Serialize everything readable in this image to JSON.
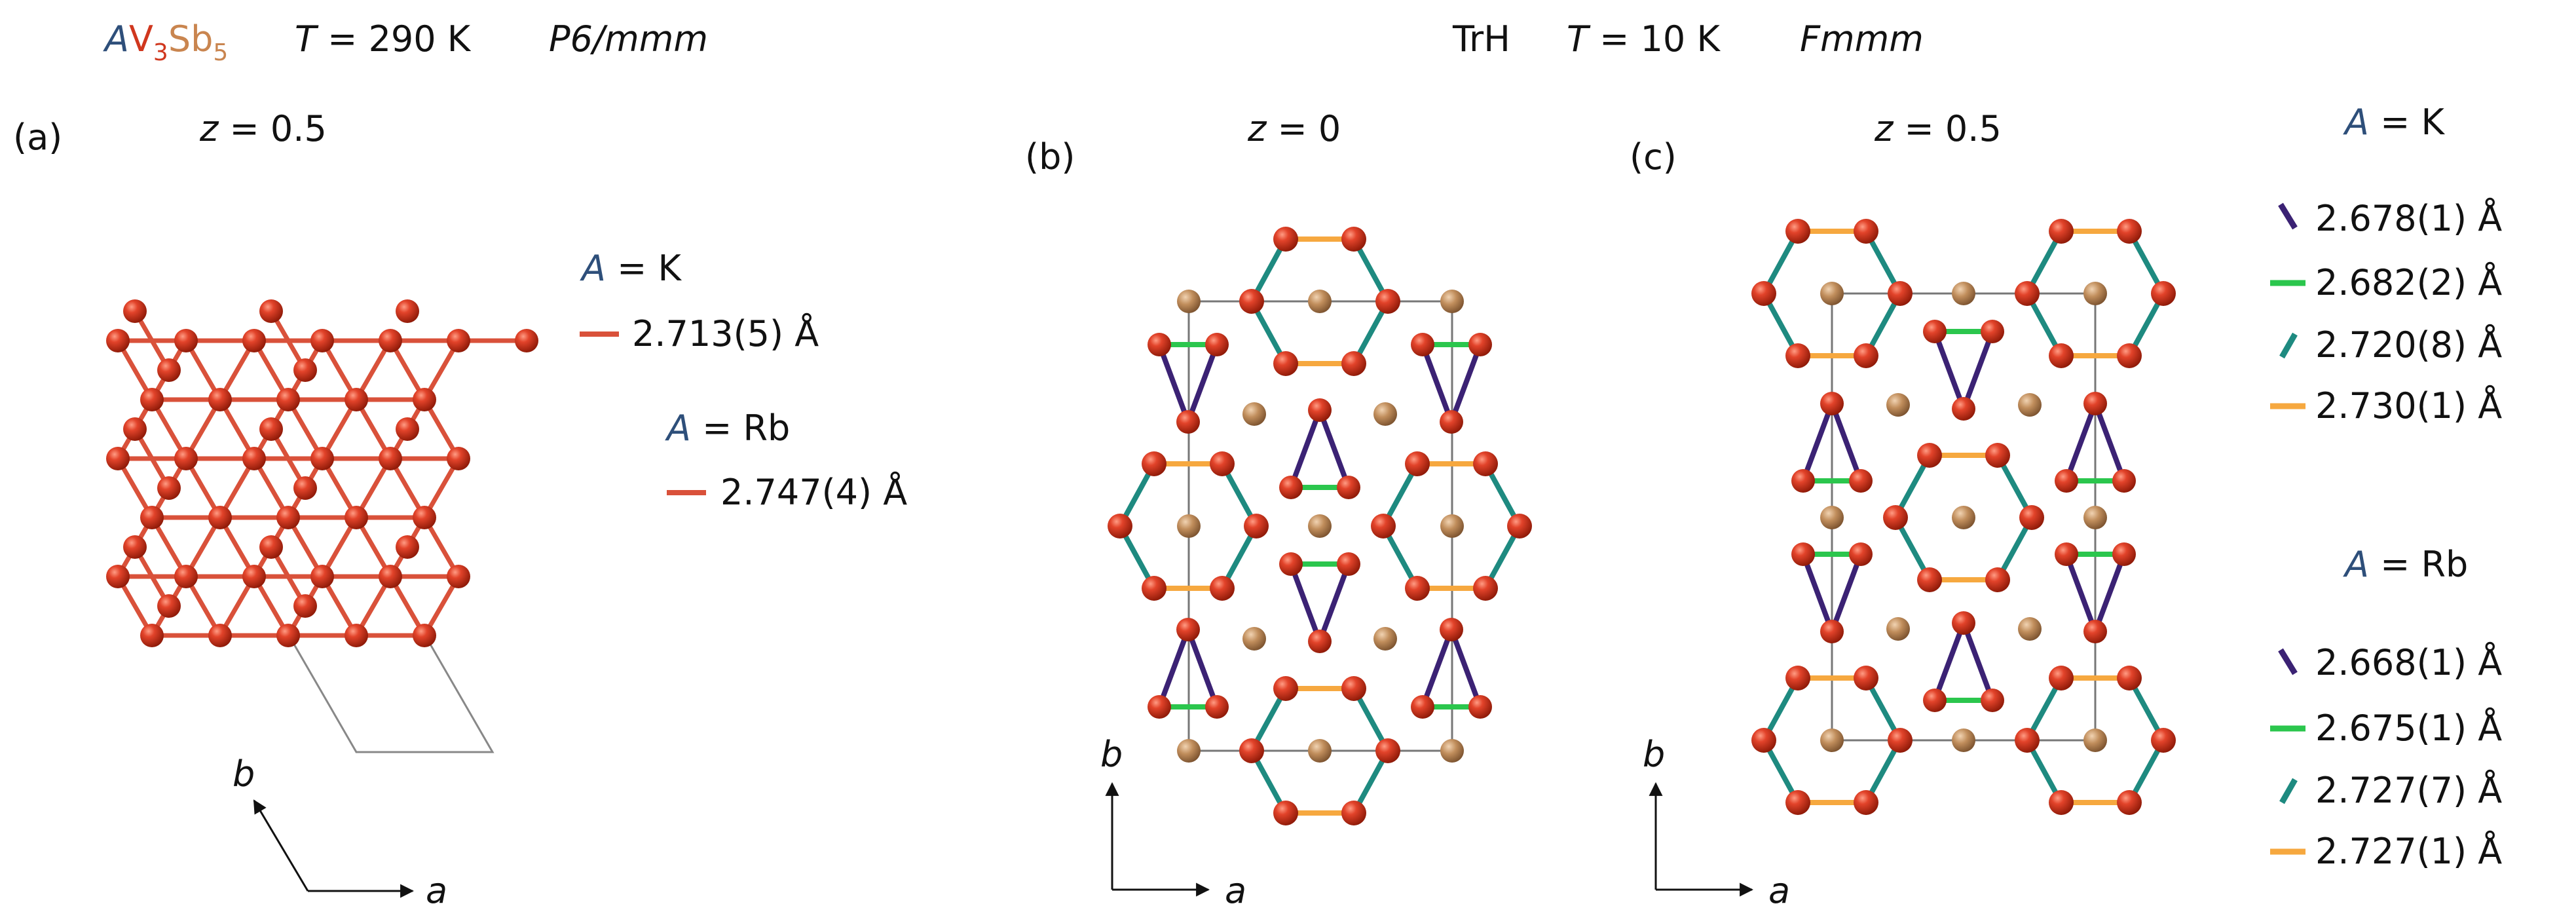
{
  "colors": {
    "vanadium": "#cf3a1f",
    "antimony": "#b98756",
    "bond_undistorted": "#d9513a",
    "bond_purple": "#3b2274",
    "bond_green": "#2bc64d",
    "bond_teal": "#1e8a80",
    "bond_orange": "#f6a83f",
    "label_A": "#2e4f7a",
    "label_V": "#d0371e",
    "label_Sb": "#d0814a"
  },
  "header_left": {
    "formula_A": "A",
    "formula_V": "V",
    "formula_V_sub": "3",
    "formula_Sb": "Sb",
    "formula_Sb_sub": "5",
    "temp_symbol": "T",
    "temp_value": " = 290 K",
    "space_group": "P6/mmm"
  },
  "header_right": {
    "phase": "TrH",
    "temp_symbol": "T",
    "temp_value": " = 10 K",
    "space_group": "Fmmm"
  },
  "panel_a": {
    "label": "(a)",
    "z_symbol": "z",
    "z_value": " = 0.5",
    "legend": [
      {
        "A": "A",
        "eq": " = K",
        "value": "2.713(5) Å"
      },
      {
        "A": "A",
        "eq": " = Rb",
        "value": "2.747(4) Å"
      }
    ],
    "axis_a": "a",
    "axis_b": "b"
  },
  "panel_b": {
    "label": "(b)",
    "z_symbol": "z",
    "z_value": " = 0",
    "axis_a": "a",
    "axis_b": "b"
  },
  "panel_c": {
    "label": "(c)",
    "z_symbol": "z",
    "z_value": " = 0.5",
    "axis_a": "a",
    "axis_b": "b"
  },
  "legend_right": {
    "K": {
      "A": "A",
      "eq": " = K",
      "values": [
        "2.678(1) Å",
        "2.682(2) Å",
        "2.720(8) Å",
        "2.730(1) Å"
      ]
    },
    "Rb": {
      "A": "A",
      "eq": " = Rb",
      "values": [
        "2.668(1) Å",
        "2.675(1) Å",
        "2.727(7) Å",
        "2.727(1) Å"
      ]
    }
  }
}
